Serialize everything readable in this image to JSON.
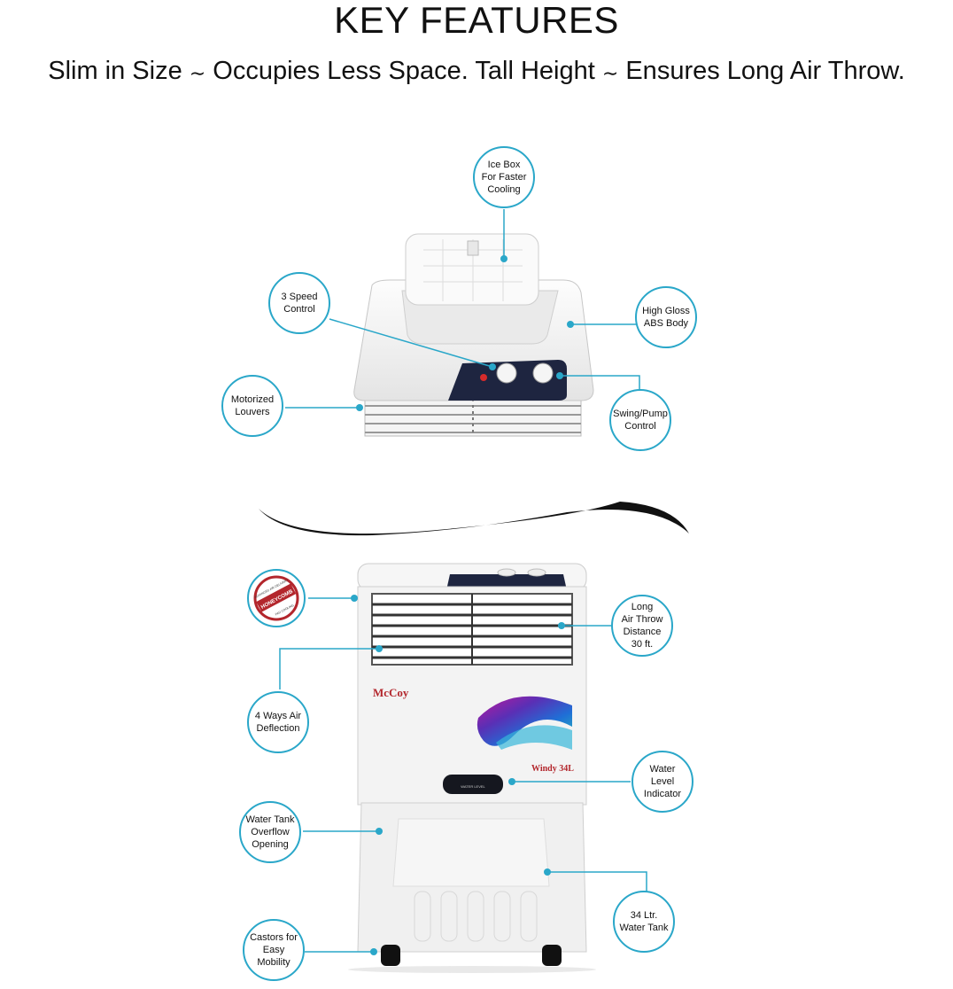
{
  "header": {
    "title": "KEY FEATURES",
    "subtitle_part1": "Slim in Size",
    "subtitle_sep": "∼",
    "subtitle_part2": "Occupies Less Space. Tall Height",
    "subtitle_part3": "Ensures Long Air Throw."
  },
  "callouts": {
    "ice_box": [
      "Ice Box",
      "For Faster",
      "Cooling"
    ],
    "speed_control": [
      "3 Speed",
      "Control"
    ],
    "high_gloss": [
      "High Gloss",
      "ABS Body"
    ],
    "motorized_louvers": [
      "Motorized",
      "Louvers"
    ],
    "swing_pump": [
      "Swing/Pump",
      "Control"
    ],
    "long_air_throw": [
      "Long",
      "Air Throw",
      "Distance",
      "30 ft."
    ],
    "four_ways": [
      "4 Ways Air",
      "Deflection"
    ],
    "water_level": [
      "Water Level",
      "Indicator"
    ],
    "overflow": [
      "Water Tank",
      "Overflow",
      "Opening"
    ],
    "water_tank": [
      "34 Ltr.",
      "Water Tank"
    ],
    "castors": [
      "Castors for",
      "Easy Mobility"
    ]
  },
  "product": {
    "brand": "McCoy",
    "model": "Windy 34L",
    "badge_top": "ADVANCED AIR DELIVERY",
    "badge_mid": "HONEYCOMB",
    "badge_bottom": "PAD COOLING",
    "water_window_label": "WATER LEVEL"
  },
  "colors": {
    "accent": "#2aa7c9",
    "panel": "#1e2540",
    "body": "#f3f3f3"
  }
}
